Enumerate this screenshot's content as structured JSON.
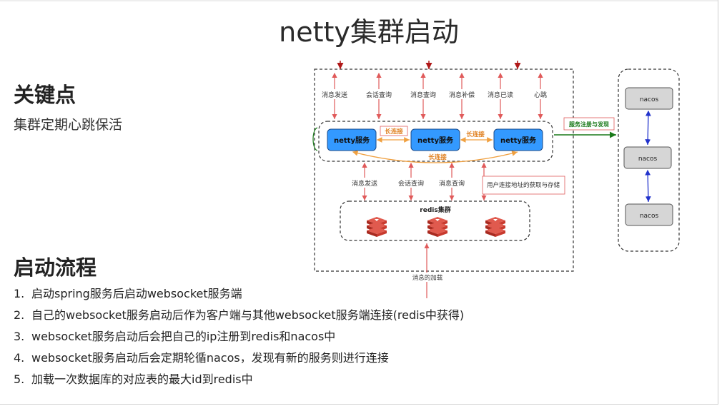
{
  "title": "netty集群启动",
  "key_points": {
    "heading": "关键点",
    "text": "集群定期心跳保活"
  },
  "startup": {
    "heading": "启动流程",
    "steps": [
      {
        "num": "1.",
        "text": "启动spring服务后启动websocket服务端"
      },
      {
        "num": "2.",
        "text": "自己的websocket服务启动后作为客户端与其他websocket服务端连接(redis中获得)"
      },
      {
        "num": "3.",
        "text": "websocket服务启动后会把自己的ip注册到redis和nacos中"
      },
      {
        "num": "4.",
        "text": "websocket服务启动后会定期轮循nacos，发现有新的服务则进行连接"
      },
      {
        "num": "5.",
        "text": "加载一次数据库的对应表的最大id到redis中"
      }
    ]
  },
  "diagram": {
    "top_labels": [
      "消息发送",
      "会话查询",
      "消息查询",
      "消息补偿",
      "消息已读",
      "心跳"
    ],
    "netty_nodes": [
      "netty服务",
      "netty服务",
      "netty服务"
    ],
    "long_conn": "长连接",
    "register_label": "服务注册与发现",
    "mid_labels": [
      "消息发送",
      "会话查询",
      "消息查询"
    ],
    "user_conn_label": "用户连接地址的获取与存储",
    "redis_cluster": "redis集群",
    "bottom_label": "消息的加载",
    "nacos_nodes": [
      "nacos",
      "nacos",
      "nacos"
    ],
    "colors": {
      "netty_fill": "#3399ff",
      "nacos_fill": "#d6d6d6",
      "red": "#e05a5a",
      "orange": "#f0a040",
      "green": "#1a7a1a",
      "blue": "#2233cc",
      "redis": "#d83a2e"
    }
  }
}
